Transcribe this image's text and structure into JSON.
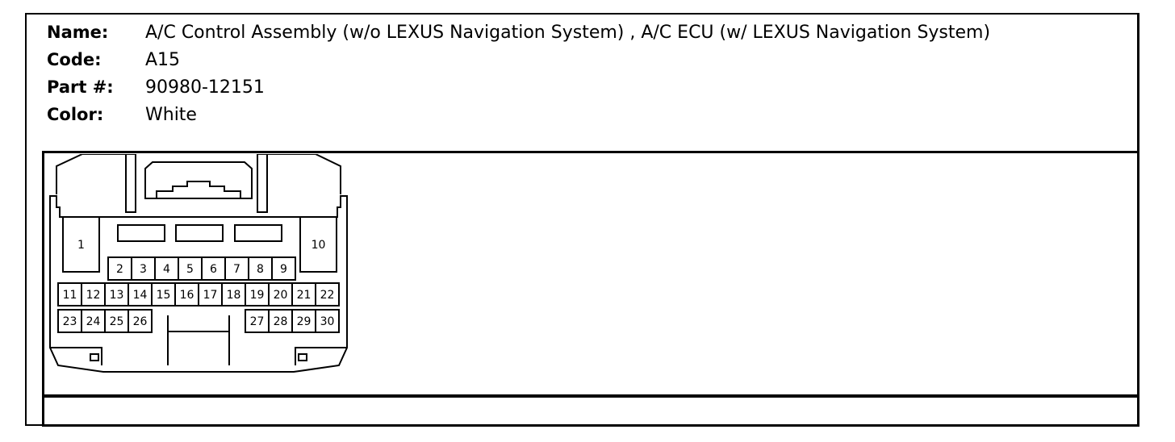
{
  "info": {
    "name_label": "Name:",
    "name_value": "A/C Control Assembly (w/o LEXUS Navigation System) , A/C ECU (w/ LEXUS Navigation System)",
    "code_label": "Code:",
    "code_value": "A15",
    "part_label": "Part #:",
    "part_value": "90980-12151",
    "color_label": "Color:",
    "color_value": "White"
  },
  "pins": [
    "1",
    "2",
    "3",
    "4",
    "5",
    "6",
    "7",
    "8",
    "9",
    "10",
    "11",
    "12",
    "13",
    "14",
    "15",
    "16",
    "17",
    "18",
    "19",
    "20",
    "21",
    "22",
    "23",
    "24",
    "25",
    "26",
    "27",
    "28",
    "29",
    "30"
  ]
}
